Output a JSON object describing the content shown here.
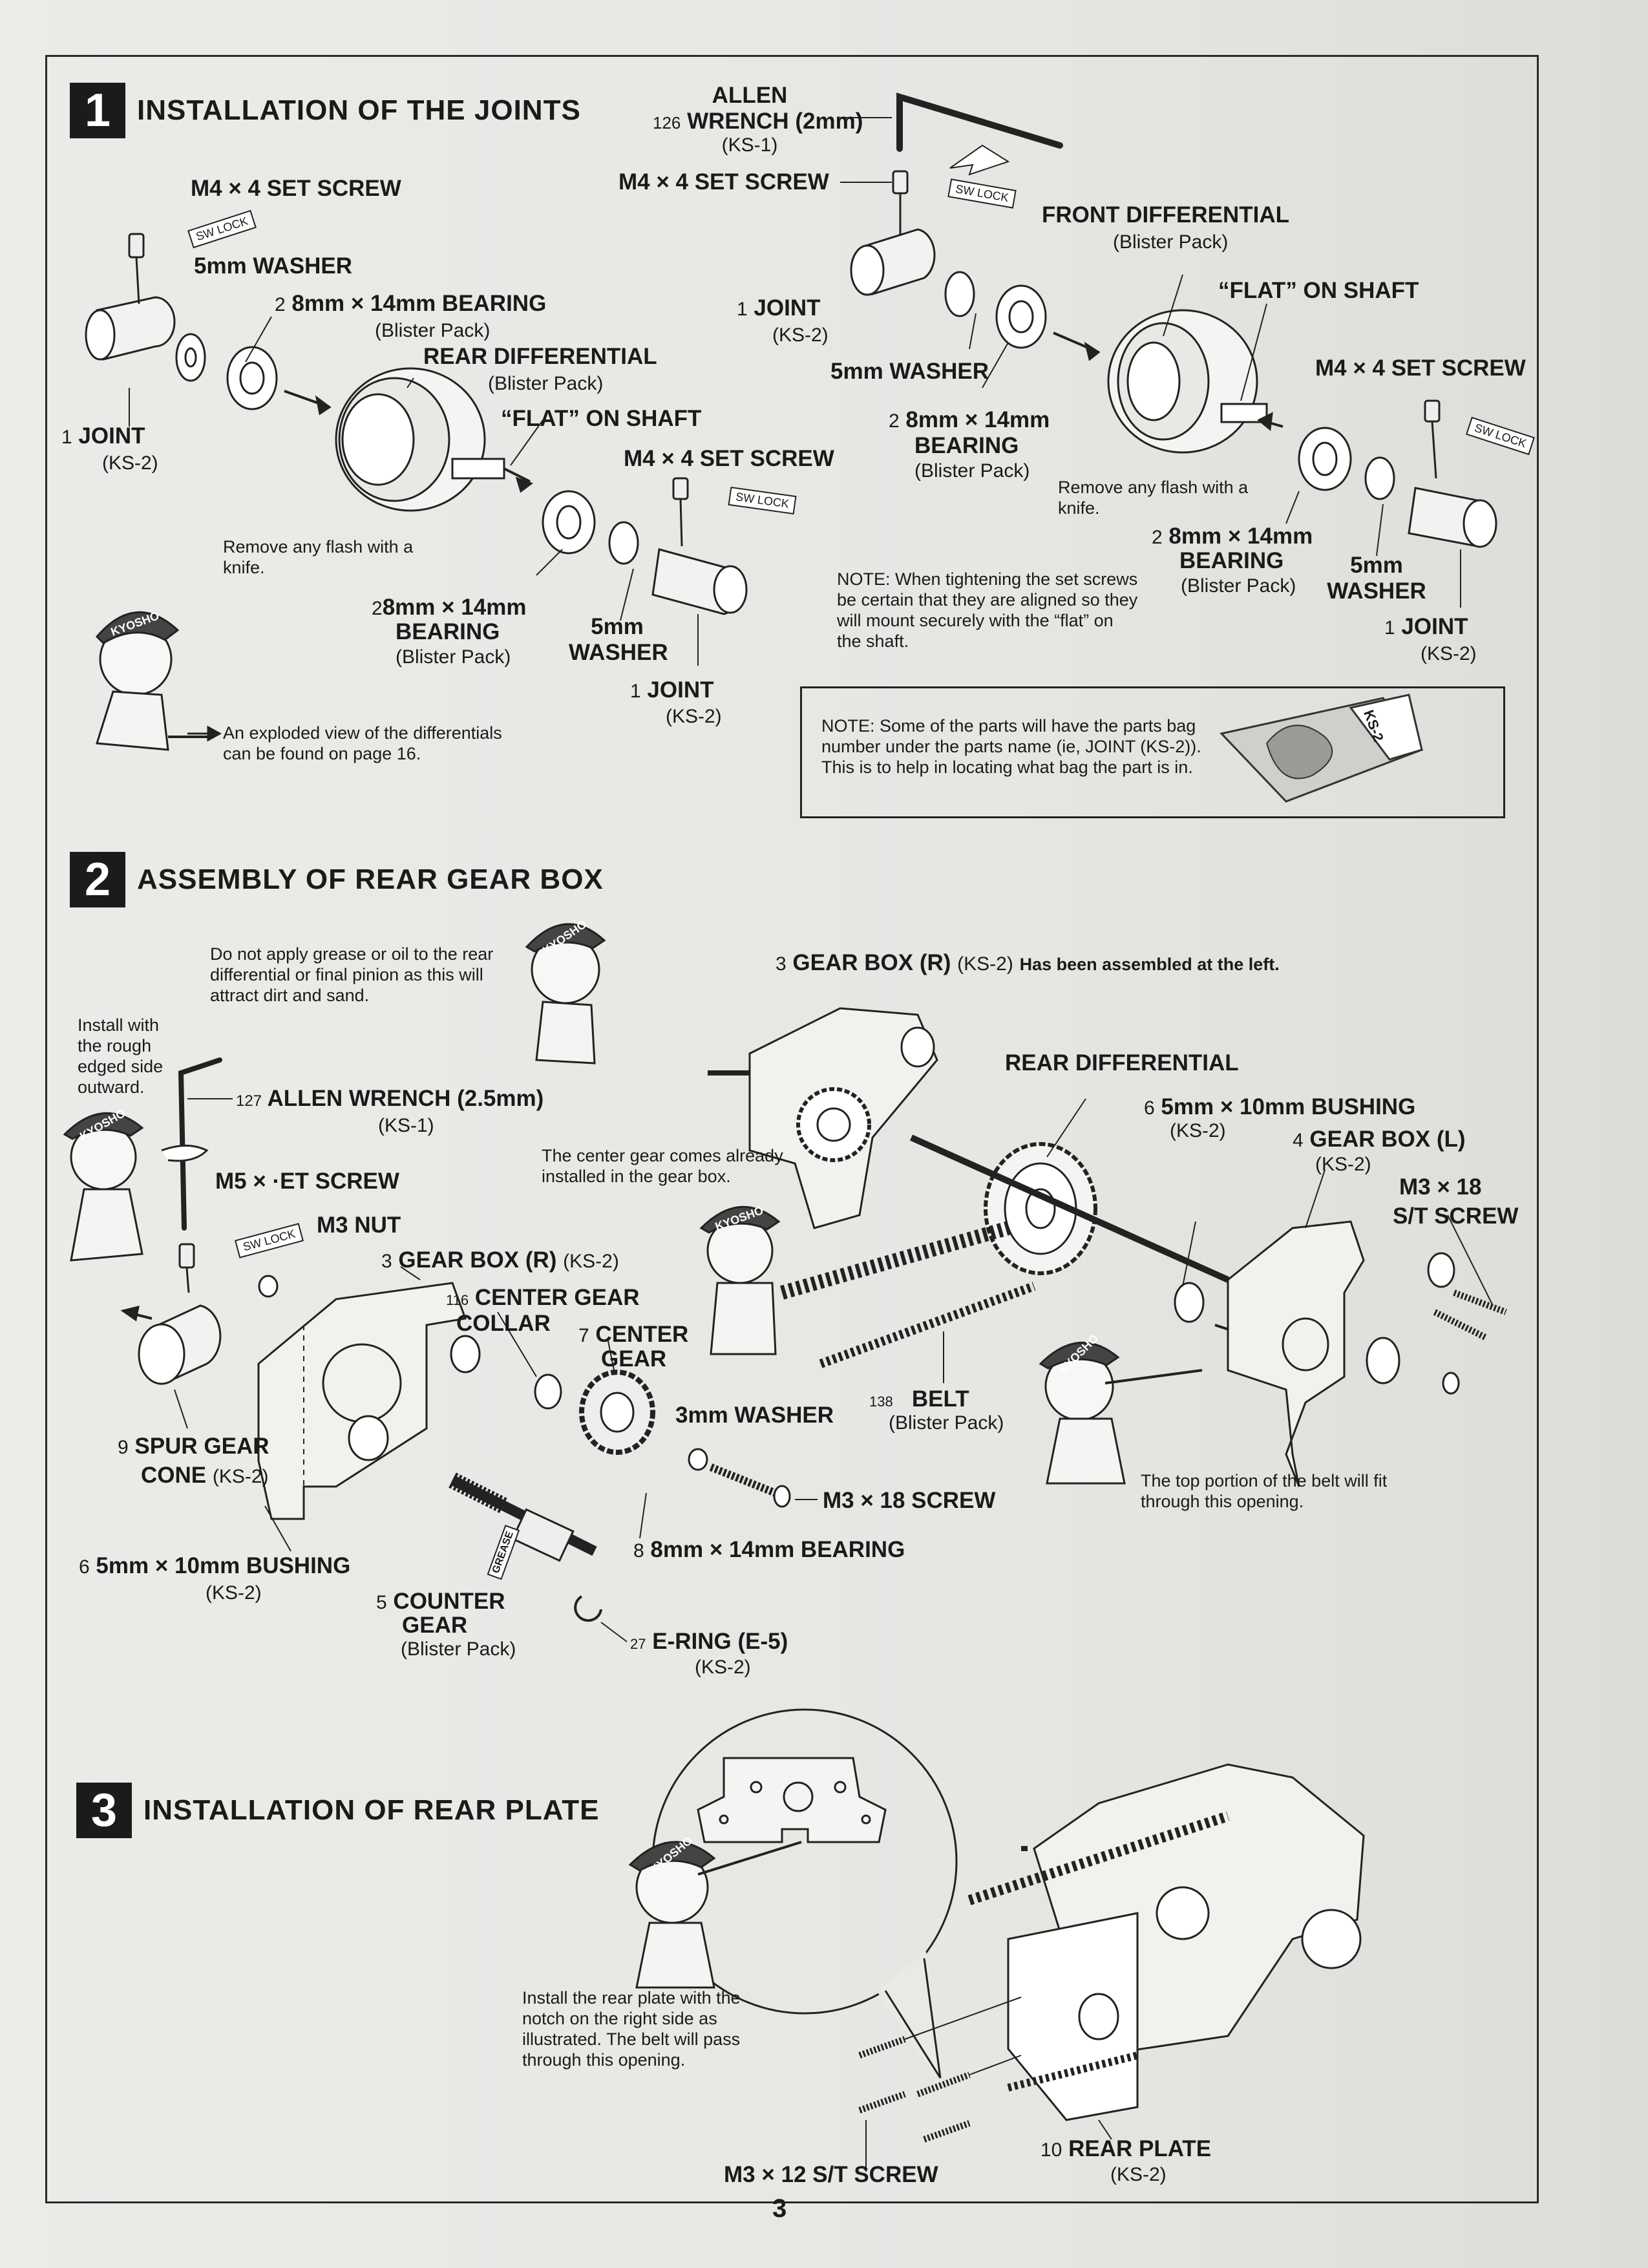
{
  "page_number": "3",
  "section1": {
    "number": "1",
    "title": "INSTALLATION OF THE JOINTS",
    "allen_wrench": {
      "id": "126",
      "line1": "ALLEN",
      "line2": "WRENCH (2mm)",
      "bag": "(KS-1)"
    },
    "left": {
      "set_screw": "M4 × 4 SET SCREW",
      "sw_lock": "SW LOCK",
      "washer": "5mm WASHER",
      "bearing_id": "2",
      "bearing": "8mm × 14mm BEARING",
      "bearing_pack": "(Blister Pack)",
      "rear_diff": "REAR DIFFERENTIAL",
      "rear_diff_pack": "(Blister Pack)",
      "flat": "“FLAT” ON SHAFT",
      "joint_id": "1",
      "joint": "JOINT",
      "joint_bag": "(KS-2)",
      "flash_note": "Remove any flash with a knife.",
      "set_screw2": "M4 × 4 SET SCREW",
      "bearing2_id": "2",
      "bearing2_l1": "8mm × 14mm",
      "bearing2_l2": "BEARING",
      "bearing2_pack": "(Blister Pack)",
      "washer2_l1": "5mm",
      "washer2_l2": "WASHER",
      "joint2_id": "1",
      "joint2": "JOINT",
      "joint2_bag": "(KS-2)",
      "exploded_note": "An exploded view of the differentials can be found on page 16."
    },
    "right": {
      "set_screw": "M4 × 4 SET SCREW",
      "front_diff": "FRONT DIFFERENTIAL",
      "front_diff_pack": "(Blister Pack)",
      "flat": "“FLAT” ON SHAFT",
      "joint_id": "1",
      "joint": "JOINT",
      "joint_bag": "(KS-2)",
      "washer": "5mm WASHER",
      "set_screw2": "M4 × 4 SET SCREW",
      "bearing_id": "2",
      "bearing_l1": "8mm × 14mm",
      "bearing_l2": "BEARING",
      "bearing_pack": "(Blister Pack)",
      "flash_note": "Remove any flash with a knife.",
      "bearing2_id": "2",
      "bearing2_l1": "8mm × 14mm",
      "bearing2_l2": "BEARING",
      "bearing2_pack": "(Blister Pack)",
      "washer2_l1": "5mm",
      "washer2_l2": "WASHER",
      "joint2_id": "1",
      "joint2": "JOINT",
      "joint2_bag": "(KS-2)",
      "tighten_note": "NOTE: When tightening the set screws be certain that they are aligned so they will mount securely with the “flat” on the shaft."
    },
    "bag_note": "NOTE: Some of the parts will have the parts bag number under the parts name (ie, JOINT (KS-2)). This is to help in locating what bag the part is in.",
    "bag_label": "KS-2"
  },
  "section2": {
    "number": "2",
    "title": "ASSEMBLY OF REAR GEAR BOX",
    "grease_note": "Do not apply grease or oil to the rear differential or final pinion as this will attract dirt and sand.",
    "rough_note": "Install with the rough edged side outward.",
    "allen_id": "127",
    "allen": "ALLEN WRENCH (2.5mm)",
    "allen_bag": "(KS-1)",
    "set_screw": "M5 × ·ET SCREW",
    "m3_nut": "M3 NUT",
    "sw_lock": "SW LOCK",
    "gearbox_r_id": "3",
    "gearbox_r": "GEAR BOX (R)",
    "gearbox_r_bag": "(KS-2)",
    "center_collar_id": "116",
    "center_collar_l1": "CENTER GEAR",
    "center_collar_l2": "COLLAR",
    "center_gear_id": "7",
    "center_gear_l1": "CENTER",
    "center_gear_l2": "GEAR",
    "spur_id": "9",
    "spur_l1": "SPUR GEAR",
    "spur_l2": "CONE",
    "spur_bag": "(KS-2)",
    "washer3": "3mm WASHER",
    "m3_screw": "M3 × 18 SCREW",
    "bearing_id": "8",
    "bearing": "8mm × 14mm BEARING",
    "bushing_id": "6",
    "bushing": "5mm × 10mm BUSHING",
    "bushing_bag": "(KS-2)",
    "counter_id": "5",
    "counter_l1": "COUNTER",
    "counter_l2": "GEAR",
    "counter_pack": "(Blister Pack)",
    "ering_id": "27",
    "ering": "E-RING (E-5)",
    "ering_bag": "(KS-2)",
    "center_note": "The center gear comes already installed in the gear box.",
    "grease_tag": "GREASE",
    "gearbox_r2_id": "3",
    "gearbox_r2": "GEAR BOX (R)",
    "gearbox_r2_bag": "(KS-2)",
    "gearbox_r2_note": "Has been assembled at the left.",
    "rear_diff": "REAR DIFFERENTIAL",
    "bushing2_id": "6",
    "bushing2": "5mm × 10mm BUSHING",
    "bushing2_bag": "(KS-2)",
    "gearbox_l_id": "4",
    "gearbox_l": "GEAR BOX (L)",
    "gearbox_l_bag": "(KS-2)",
    "st_screw_l1": "M3 × 18",
    "st_screw_l2": "S/T SCREW",
    "belt_id": "138",
    "belt": "BELT",
    "belt_pack": "(Blister Pack)",
    "belt_note": "The top portion of the belt will fit through this opening."
  },
  "section3": {
    "number": "3",
    "title": "INSTALLATION OF REAR PLATE",
    "plate_note": "Install the rear plate with the notch on the right side as illustrated. The belt will pass through this opening.",
    "st_screw": "M3 × 12 S/T SCREW",
    "plate_id": "10",
    "plate": "REAR PLATE",
    "plate_bag": "(KS-2)"
  },
  "mascot_cap": "KYOSHO"
}
